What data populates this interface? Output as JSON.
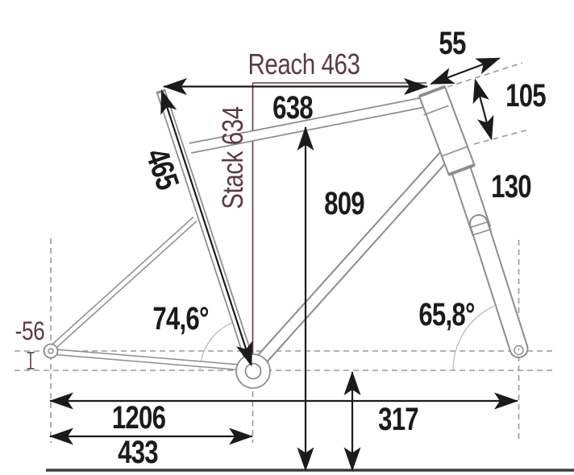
{
  "figure": {
    "type": "bicycle-frame-geometry-diagram",
    "colors": {
      "dimension_accent": "#5d3a40",
      "ink": "#1b1b1b",
      "frame_outline": "#8c8c8c",
      "dashed_guide": "#9a9a9a",
      "angle_arc": "#bdbdbd",
      "ground": "#3c3c3c",
      "background": "#ffffff"
    },
    "labels": {
      "reach": "Reach 463",
      "stack": "Stack 634",
      "seat_tube_length": "465",
      "top_tube_length": "638",
      "standover_height": "809",
      "head_tube_top": "55",
      "head_tube_length": "105",
      "fork_travel": "130",
      "seat_tube_angle": "74,6°",
      "head_tube_angle": "65,8°",
      "bb_drop": "-56",
      "wheelbase": "1206",
      "chainstay_length": "433",
      "bb_height": "317"
    }
  }
}
